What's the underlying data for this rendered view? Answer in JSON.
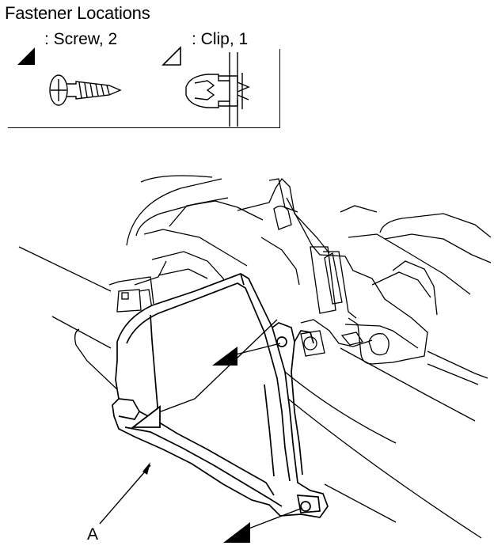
{
  "title": "Fastener Locations",
  "legend": {
    "screw_label": ": Screw, 2",
    "clip_label": ": Clip, 1",
    "screw_icon": "screw-icon",
    "clip_icon": "clip-icon"
  },
  "callouts": {
    "part_a": "A"
  },
  "markers": [
    {
      "name": "screw-marker",
      "style": "filled-triangle",
      "count": 2
    },
    {
      "name": "clip-marker",
      "style": "outline-triangle",
      "count": 1
    }
  ]
}
